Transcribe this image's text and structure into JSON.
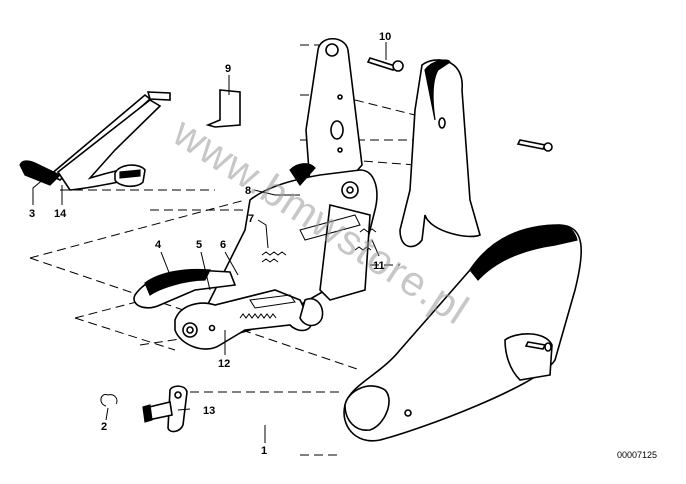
{
  "part_numbers": {
    "p1": "1",
    "p2": "2",
    "p3": "3",
    "p4": "4",
    "p5": "5",
    "p6": "6",
    "p7": "7",
    "p8": "8",
    "p9": "9",
    "p10": "10",
    "p11": "11",
    "p12": "12",
    "p13": "13",
    "p14": "14"
  },
  "diagram_code": "00007125",
  "watermark": "www.bmwstore.pl"
}
